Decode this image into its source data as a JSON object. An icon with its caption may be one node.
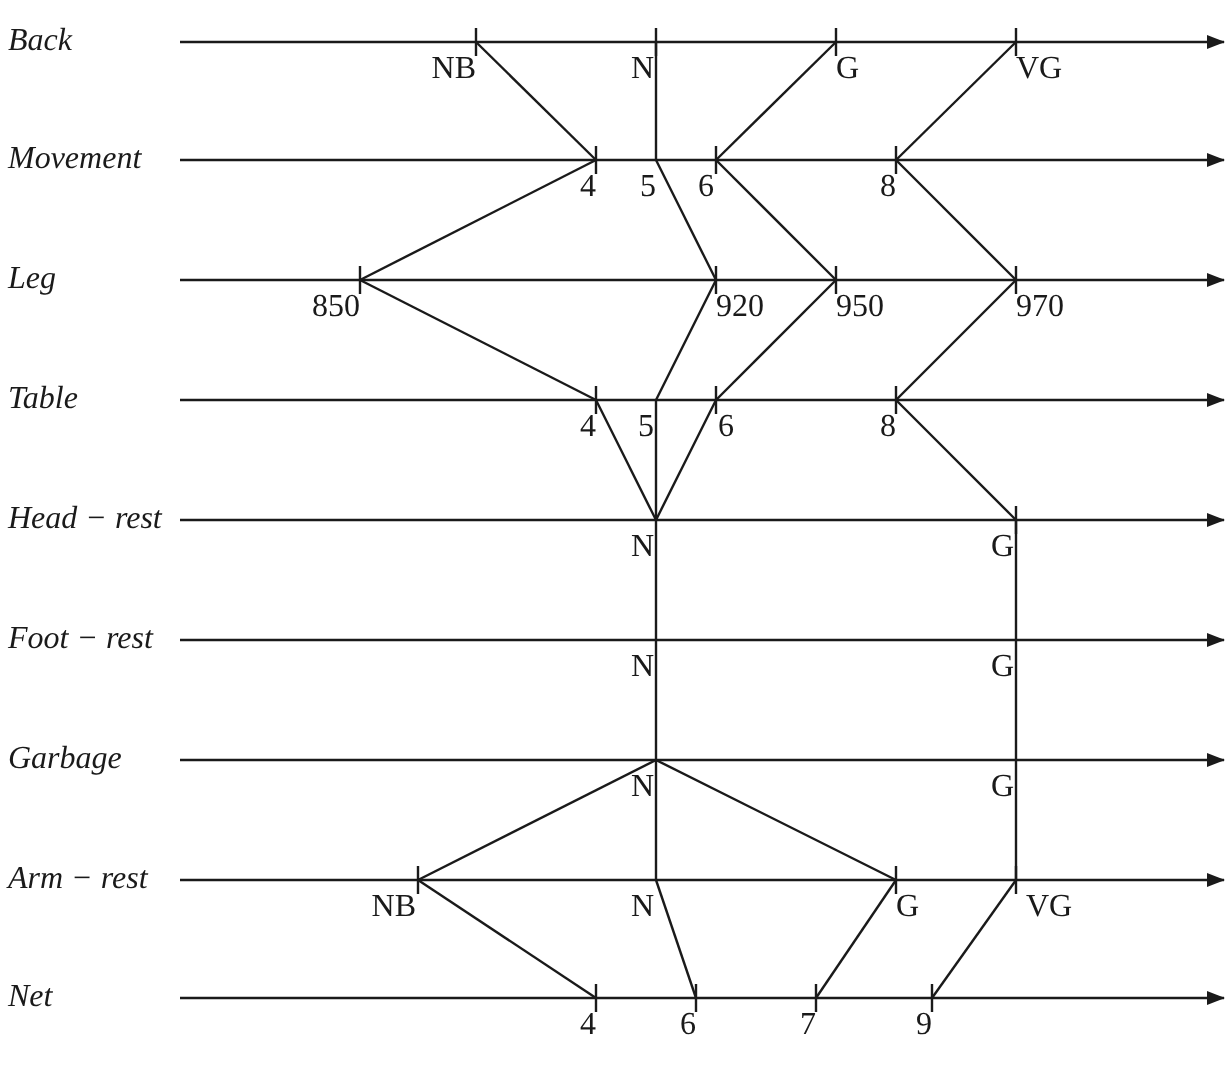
{
  "diagram": {
    "nodes": [
      {
        "text": [
          "NB"
        ]
      },
      {
        "text": [
          "N"
        ]
      },
      {
        "text": [
          "G"
        ]
      },
      {
        "text": [
          "VG"
        ]
      },
      {
        "text": [
          "4"
        ]
      },
      {
        "text": [
          "5"
        ]
      },
      {
        "text": [
          "6"
        ]
      },
      {
        "text": [
          "8"
        ]
      },
      {
        "text": [
          "850"
        ]
      },
      {
        "text": [
          "920"
        ]
      },
      {
        "text": [
          "950"
        ]
      },
      {
        "text": [
          "970"
        ]
      },
      {
        "text": [
          "4"
        ]
      },
      {
        "text": [
          "5"
        ]
      },
      {
        "text": [
          "6"
        ]
      },
      {
        "text": [
          "8"
        ]
      },
      {
        "text": [
          "N"
        ]
      },
      {
        "text": [
          "G"
        ]
      },
      {
        "text": [
          "N"
        ]
      },
      {
        "text": [
          "G"
        ]
      },
      {
        "text": [
          "N"
        ]
      },
      {
        "text": [
          "G"
        ]
      },
      {
        "text": [
          "NB"
        ]
      },
      {
        "text": [
          "N"
        ]
      },
      {
        "text": [
          "G"
        ]
      },
      {
        "text": [
          "VG"
        ]
      },
      {
        "text": [
          "4"
        ]
      },
      {
        "text": [
          "6"
        ]
      },
      {
        "text": [
          "7"
        ]
      },
      {
        "text": [
          "9"
        ]
      }
    ],
    "edges": [
      {
        "from": 0,
        "to": 4,
        "arrow": "none"
      },
      {
        "from": 1,
        "to": 5,
        "arrow": "none"
      },
      {
        "from": 2,
        "to": 6,
        "arrow": "none"
      },
      {
        "from": 3,
        "to": 7,
        "arrow": "none"
      },
      {
        "from": 4,
        "to": 8,
        "arrow": "none"
      },
      {
        "from": 5,
        "to": 9,
        "arrow": "none"
      },
      {
        "from": 6,
        "to": 10,
        "arrow": "none"
      },
      {
        "from": 7,
        "to": 11,
        "arrow": "none"
      },
      {
        "from": 8,
        "to": 12,
        "arrow": "none"
      },
      {
        "from": 9,
        "to": 13,
        "arrow": "none"
      },
      {
        "from": 10,
        "to": 14,
        "arrow": "none"
      },
      {
        "from": 11,
        "to": 15,
        "arrow": "none"
      },
      {
        "from": 12,
        "to": 16,
        "arrow": "none"
      },
      {
        "from": 13,
        "to": 16,
        "arrow": "none"
      },
      {
        "from": 14,
        "to": 16,
        "arrow": "none"
      },
      {
        "from": 15,
        "to": 17,
        "arrow": "none"
      },
      {
        "from": 16,
        "to": 18,
        "arrow": "none"
      },
      {
        "from": 17,
        "to": 19,
        "arrow": "none"
      },
      {
        "from": 18,
        "to": 20,
        "arrow": "none"
      },
      {
        "from": 19,
        "to": 21,
        "arrow": "none"
      },
      {
        "from": 20,
        "to": 22,
        "arrow": "none"
      },
      {
        "from": 20,
        "to": 23,
        "arrow": "none"
      },
      {
        "from": 20,
        "to": 24,
        "arrow": "none"
      },
      {
        "from": 21,
        "to": 25,
        "arrow": "none"
      },
      {
        "from": 22,
        "to": 26,
        "arrow": "none"
      },
      {
        "from": 23,
        "to": 27,
        "arrow": "none"
      },
      {
        "from": 24,
        "to": 28,
        "arrow": "none"
      },
      {
        "from": 25,
        "to": 29,
        "arrow": "none"
      }
    ],
    "labels": [
      "Back",
      "Movement",
      "Leg",
      "Table",
      "Head − rest",
      "Foot − rest",
      "Garbage",
      "Arm − rest",
      "Net"
    ]
  }
}
